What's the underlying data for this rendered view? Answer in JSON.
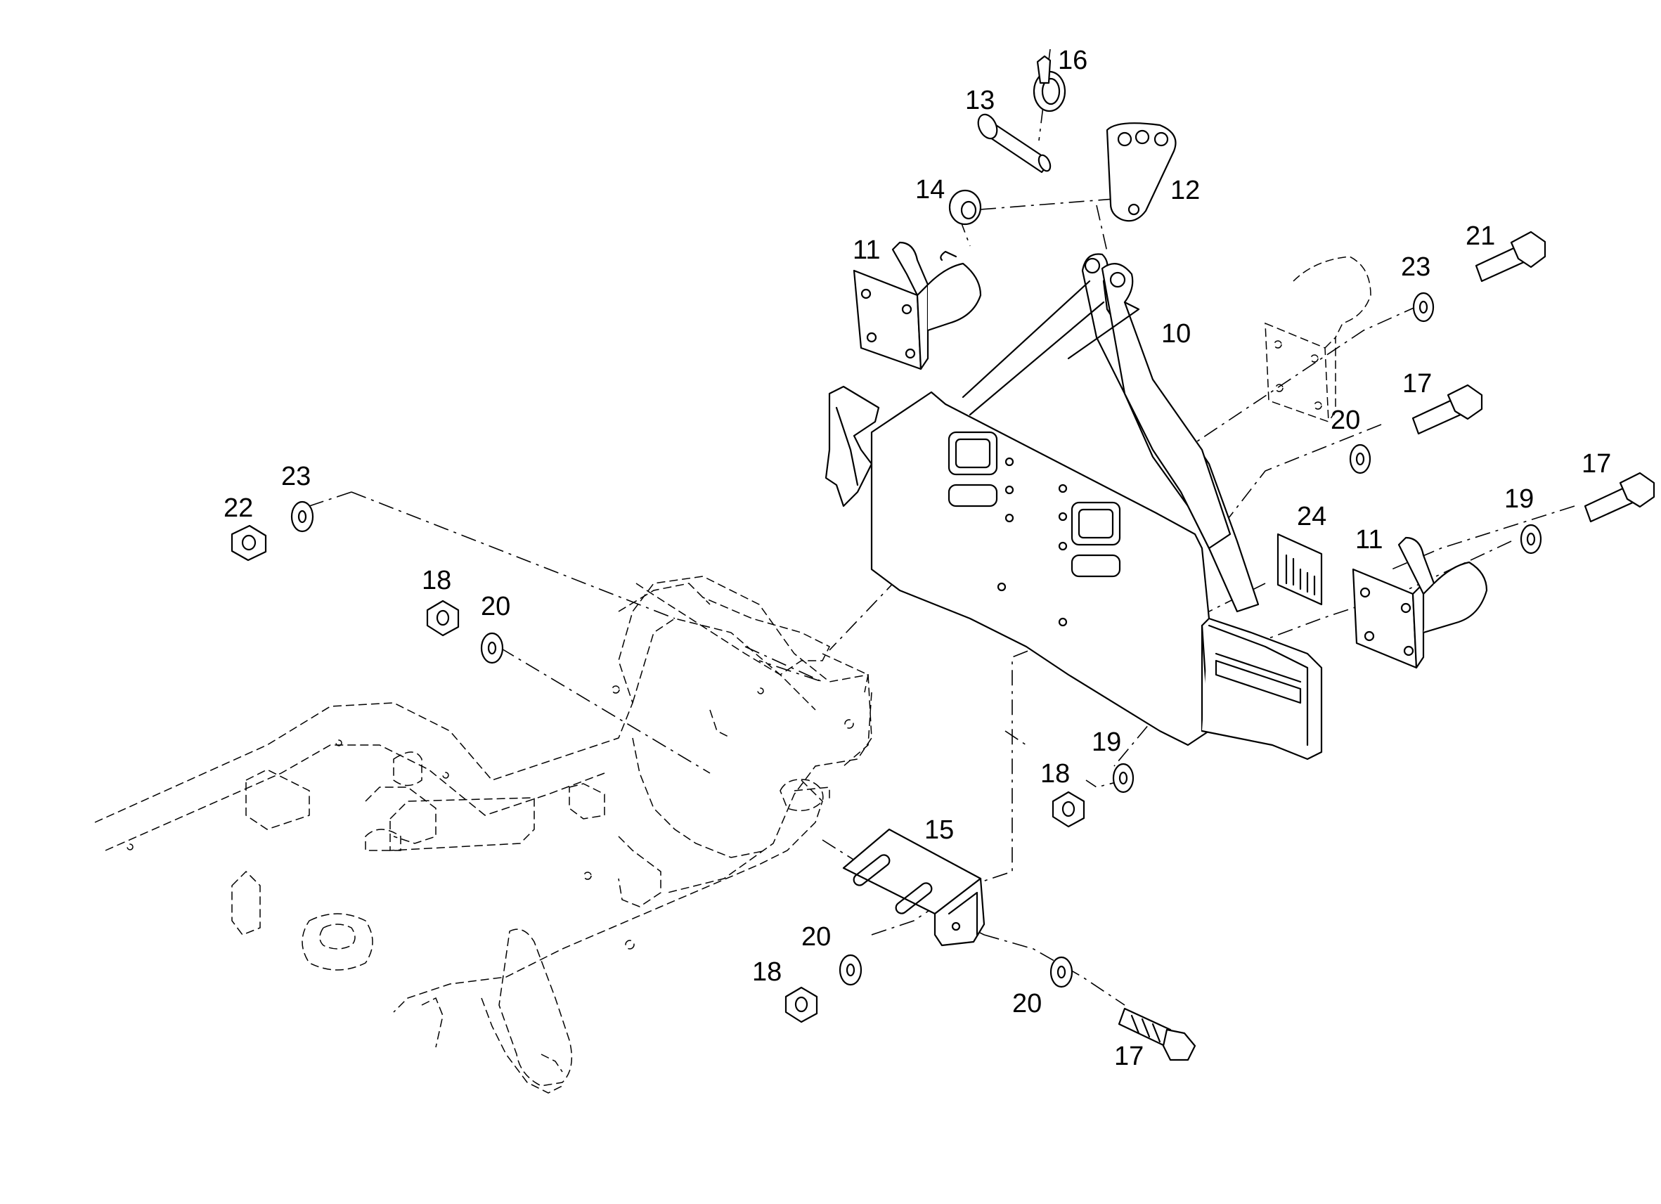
{
  "diagram": {
    "callouts": [
      {
        "id": "c10",
        "text": "10"
      },
      {
        "id": "c11a",
        "text": "11"
      },
      {
        "id": "c11b",
        "text": "11"
      },
      {
        "id": "c12",
        "text": "12"
      },
      {
        "id": "c13",
        "text": "13"
      },
      {
        "id": "c14",
        "text": "14"
      },
      {
        "id": "c15",
        "text": "15"
      },
      {
        "id": "c16",
        "text": "16"
      },
      {
        "id": "c17a",
        "text": "17"
      },
      {
        "id": "c17b",
        "text": "17"
      },
      {
        "id": "c17c",
        "text": "17"
      },
      {
        "id": "c18a",
        "text": "18"
      },
      {
        "id": "c18b",
        "text": "18"
      },
      {
        "id": "c18c",
        "text": "18"
      },
      {
        "id": "c19a",
        "text": "19"
      },
      {
        "id": "c19b",
        "text": "19"
      },
      {
        "id": "c20a",
        "text": "20"
      },
      {
        "id": "c20b",
        "text": "20"
      },
      {
        "id": "c20c",
        "text": "20"
      },
      {
        "id": "c20d",
        "text": "20"
      },
      {
        "id": "c21",
        "text": "21"
      },
      {
        "id": "c22",
        "text": "22"
      },
      {
        "id": "c23a",
        "text": "23"
      },
      {
        "id": "c23b",
        "text": "23"
      },
      {
        "id": "c24",
        "text": "24"
      }
    ],
    "colors": {
      "line": "#000000",
      "background": "#ffffff"
    }
  }
}
